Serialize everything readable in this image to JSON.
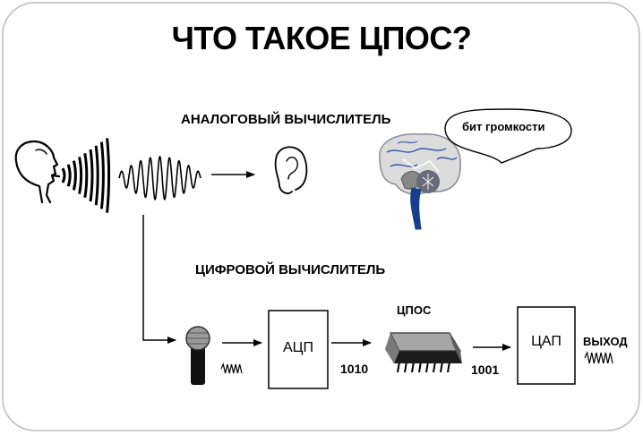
{
  "title": "ЧТО ТАКОЕ ЦПОС?",
  "analog_label": "АНАЛОГОВЫЙ ВЫЧИСЛИТЕЛЬ",
  "digital_label": "ЦИФРОВОЙ ВЫЧИСЛИТЕЛЬ",
  "thought_bubble": "бит громкости",
  "adc_label": "АЦП",
  "dac_label": "ЦАП",
  "dsp_label": "ЦПОС",
  "bits_in": "1010",
  "bits_out": "1001",
  "output_label": "ВЫХОД",
  "icons": [
    "speaking-head-icon",
    "sound-waves-icon",
    "ear-icon",
    "brain-icon",
    "microphone-icon",
    "chip-icon"
  ]
}
